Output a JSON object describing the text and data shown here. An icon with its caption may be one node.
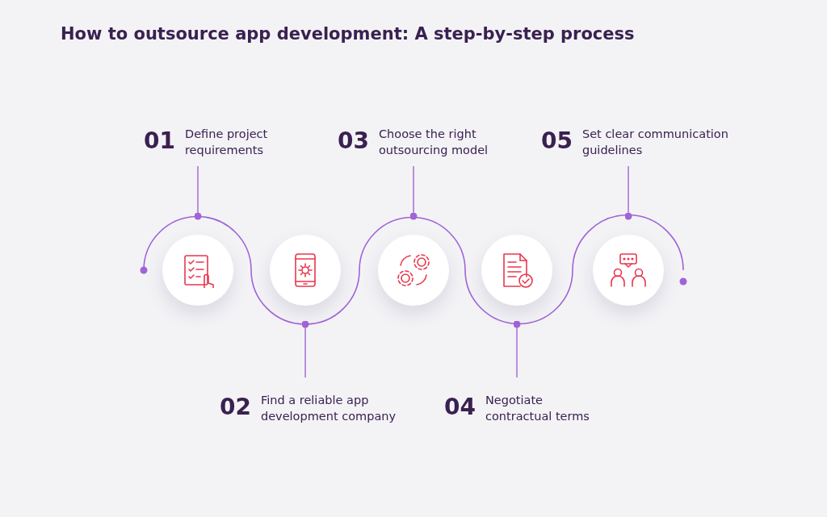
{
  "diagram": {
    "title": "How to outsource app development: A step-by-step process",
    "nodes": [
      {
        "text": [
          "01",
          "Define project requirements"
        ]
      },
      {
        "text": [
          "02",
          "Find a reliable app development company"
        ]
      },
      {
        "text": [
          "03",
          "Choose the right outsourcing model"
        ]
      },
      {
        "text": [
          "04",
          "Negotiate contractual terms"
        ]
      },
      {
        "text": [
          "05",
          "Set clear communication guidelines"
        ]
      }
    ],
    "edges": [
      {
        "from": 0,
        "to": null,
        "arrow": "other"
      },
      {
        "from": 1,
        "to": null,
        "arrow": "other"
      },
      {
        "from": 2,
        "to": null,
        "arrow": "other"
      },
      {
        "from": 3,
        "to": null,
        "arrow": "other"
      },
      {
        "from": 4,
        "to": null,
        "arrow": "other"
      }
    ]
  }
}
